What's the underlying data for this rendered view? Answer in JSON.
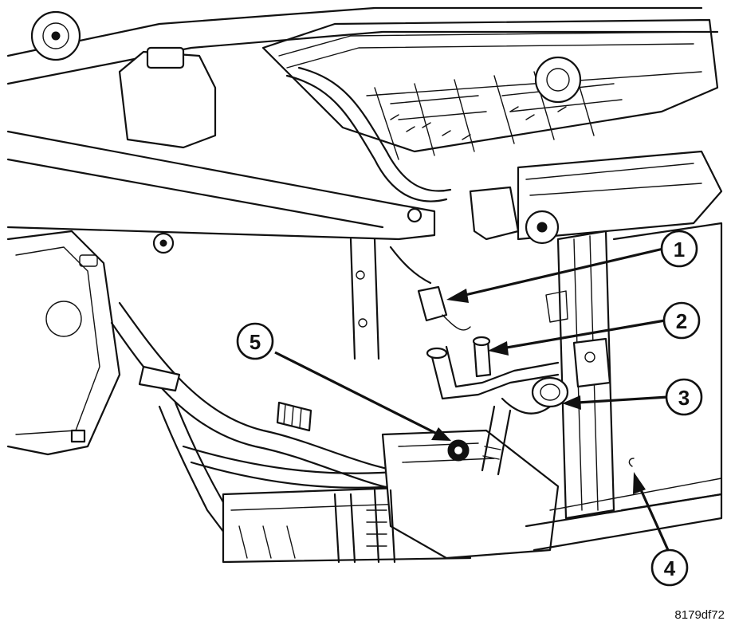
{
  "figure": {
    "code": "8179df72",
    "callouts": [
      "1",
      "2",
      "3",
      "4",
      "5"
    ]
  }
}
